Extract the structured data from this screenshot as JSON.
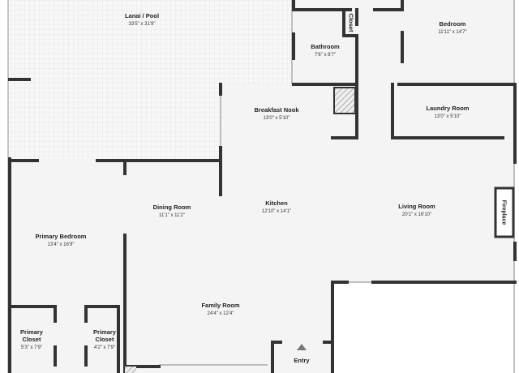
{
  "colors": {
    "wall": "#333333",
    "floor": "#f5f5f5",
    "lanai_grid": "#e3e3e3",
    "window": "#c8c8c8"
  },
  "rooms": {
    "lanai": {
      "name": "Lanai / Pool",
      "dims": "33'5\" x 31'9\""
    },
    "bathroom": {
      "name": "Bathroom",
      "dims": "7'6\" x 8'7\""
    },
    "closet": {
      "name": "Closet"
    },
    "bedroom": {
      "name": "Bedroom",
      "dims": "11'11\" x 14'7\""
    },
    "breakfast_nook": {
      "name": "Breakfast Nook",
      "dims": "13'0\" x 5'10\""
    },
    "laundry_room": {
      "name": "Laundry Room",
      "dims": "13'0\" x 5'10\""
    },
    "dining_room": {
      "name": "Dining Room",
      "dims": "11'1\" x 11'2\""
    },
    "kitchen": {
      "name": "Kitchen",
      "dims": "12'10\" x 14'1\""
    },
    "living_room": {
      "name": "Living Room",
      "dims": "20'1\" x 16'10\""
    },
    "fireplace": {
      "name": "Fireplace"
    },
    "primary_bedroom": {
      "name": "Primary Bedroom",
      "dims": "13'4\" x 16'9\""
    },
    "family_room": {
      "name": "Family Room",
      "dims": "24'4\" x 12'4\""
    },
    "primary_closet_1": {
      "name_line1": "Primary",
      "name_line2": "Closet",
      "dims": "5'3\" x 7'9\""
    },
    "primary_closet_2": {
      "name_line1": "Primary",
      "name_line2": "Closet",
      "dims": "4'2\" x 7'9\""
    },
    "entry": {
      "name": "Entry"
    }
  }
}
